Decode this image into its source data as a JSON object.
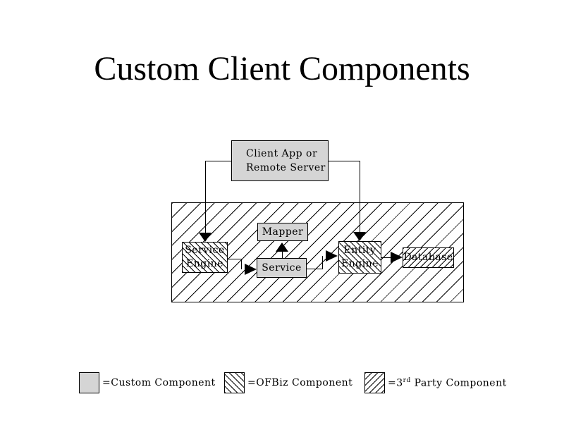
{
  "slide": {
    "title": "Custom Client Components"
  },
  "diagram": {
    "client_app": {
      "line1": "Client App or",
      "line2": "Remote Server"
    },
    "service_engine": {
      "line1": "Service",
      "line2": "Engine"
    },
    "mapper": {
      "label": "Mapper"
    },
    "service": {
      "label": "Service"
    },
    "entity_engine": {
      "line1": "Entity",
      "line2": "Engine"
    },
    "database": {
      "label": "Database"
    }
  },
  "legend": {
    "custom": {
      "label": "=Custom Component",
      "swatch_style": "gray-fill"
    },
    "ofbiz": {
      "label": "=OFBiz Component",
      "swatch_style": "backslash-hatch"
    },
    "third_party": {
      "prefix": "=3",
      "superscript": "rd",
      "suffix": " Party Component",
      "swatch_style": "forward-slash-hatch"
    }
  },
  "colors": {
    "background": "#ffffff",
    "custom_component_fill": "#d5d5d5",
    "line": "#000000",
    "text": "#000000"
  }
}
